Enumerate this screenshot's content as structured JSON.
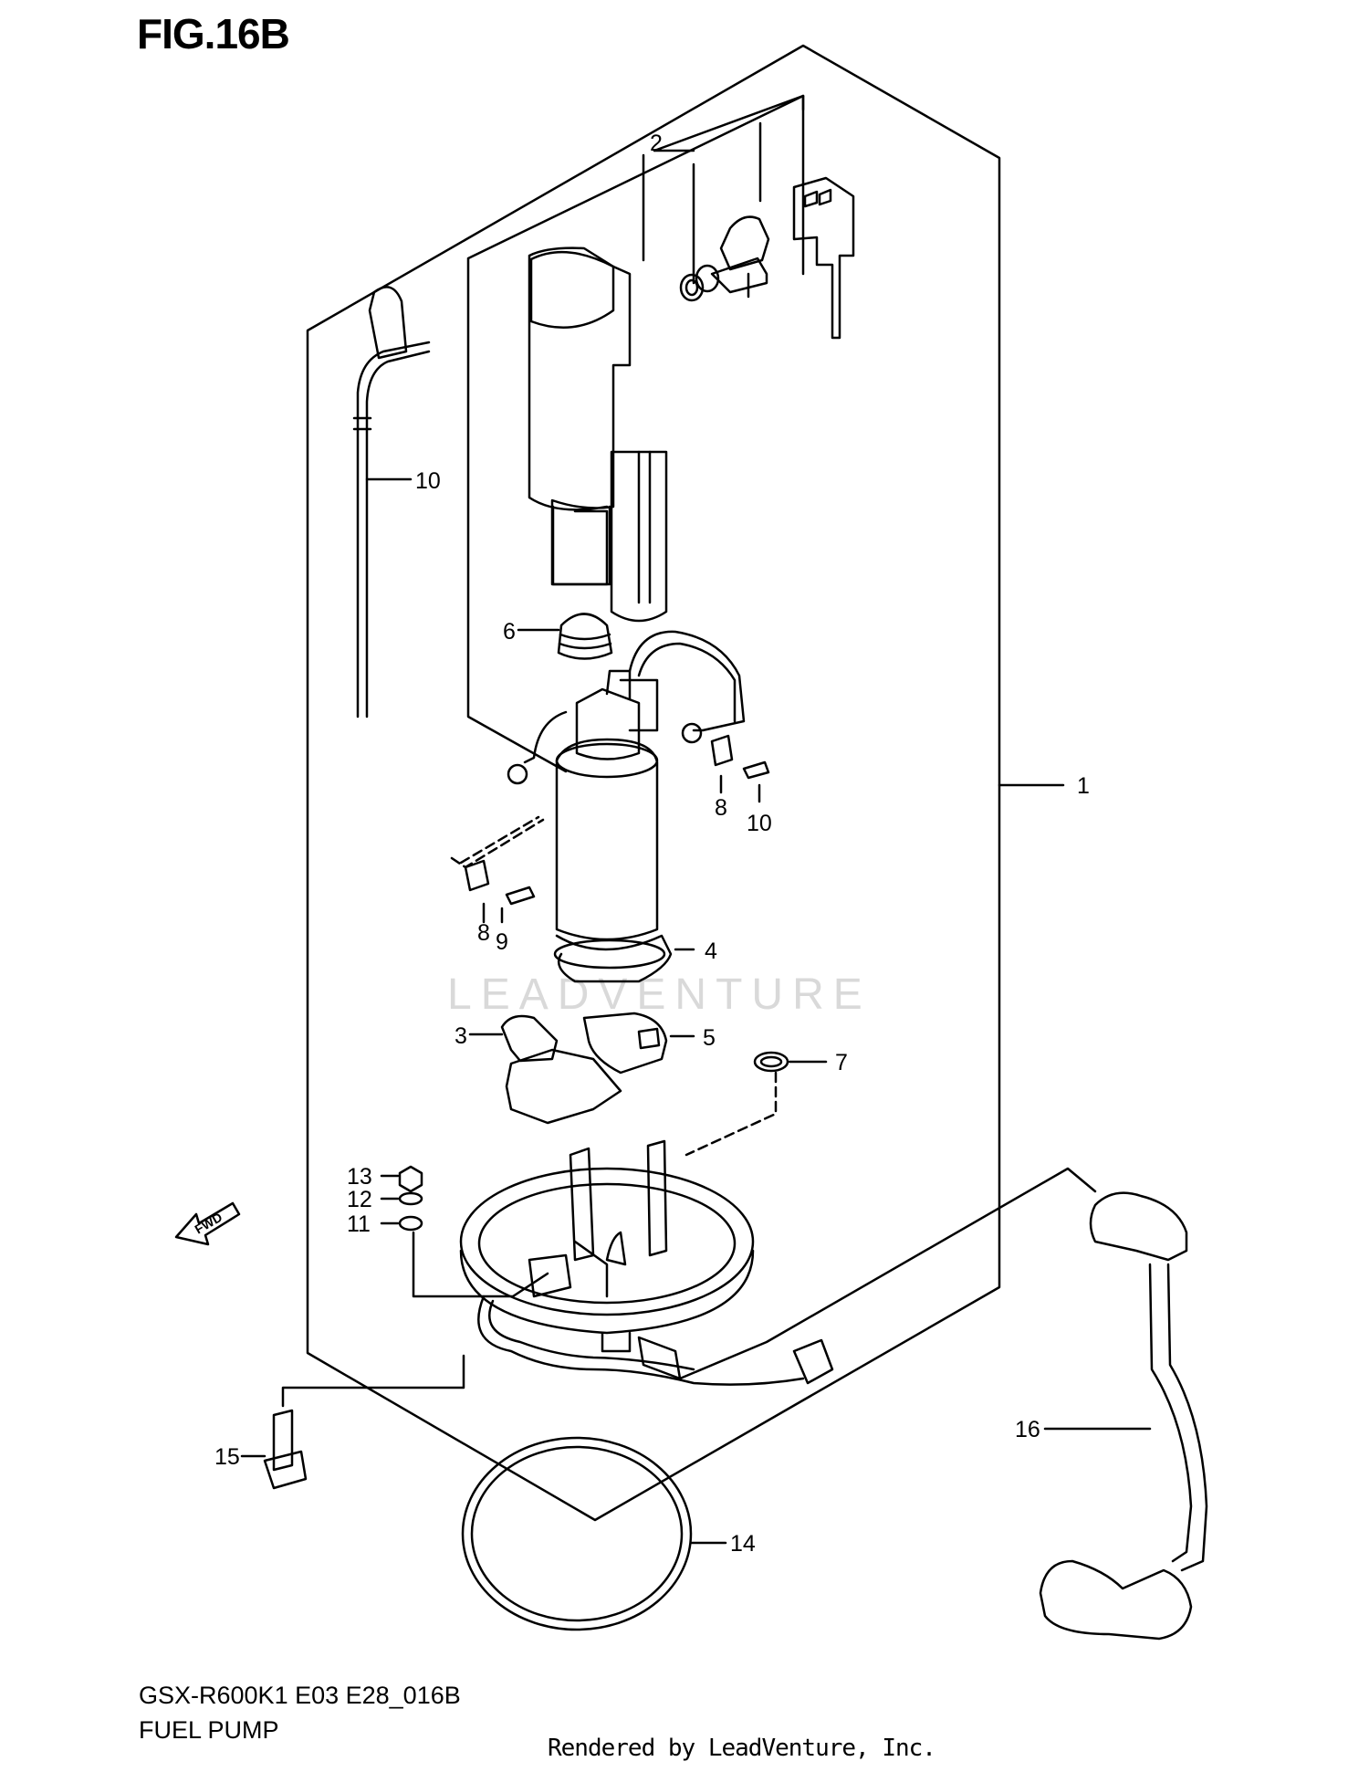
{
  "figure": {
    "title": "FIG.16B",
    "model_code": "GSX-R600K1 E03 E28_016B",
    "name": "FUEL PUMP",
    "credit": "Rendered by LeadVenture, Inc.",
    "watermark": "LEADVENTURE"
  },
  "callouts": {
    "c1": "1",
    "c2": "2",
    "c3": "3",
    "c4": "4",
    "c5": "5",
    "c6": "6",
    "c7": "7",
    "c8a": "8",
    "c8b": "8",
    "c9": "9",
    "c10a": "10",
    "c10b": "10",
    "c11": "11",
    "c12": "12",
    "c13": "13",
    "c14": "14",
    "c15": "15",
    "c16": "16"
  },
  "fwd_arrow_label": "FWD"
}
